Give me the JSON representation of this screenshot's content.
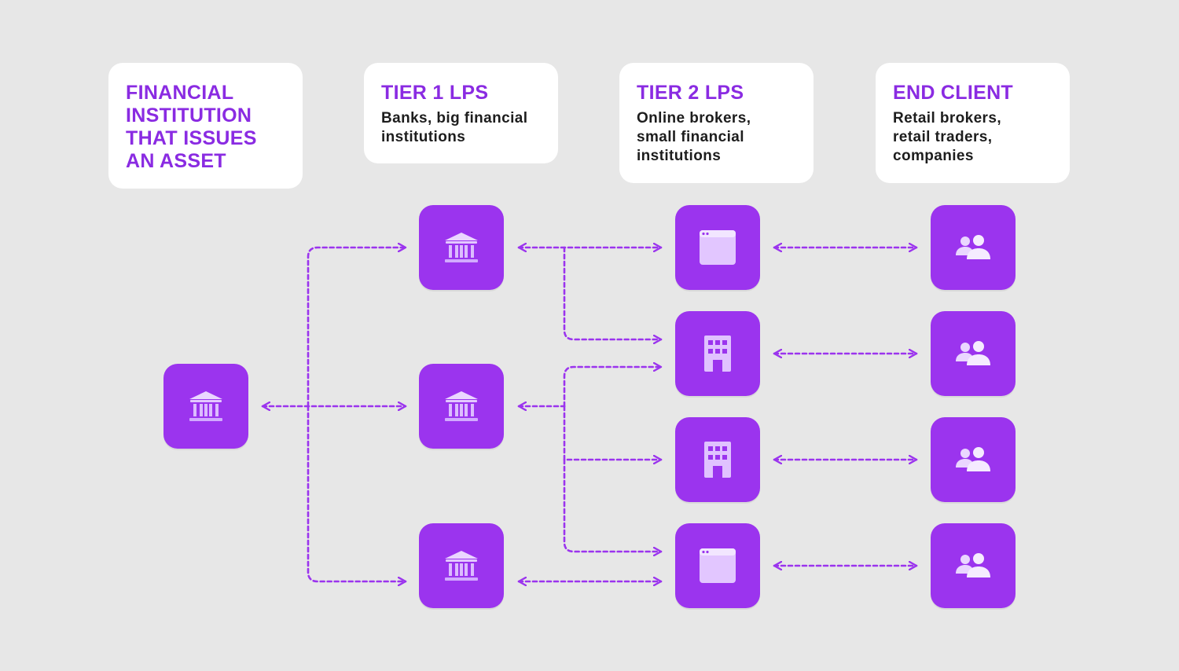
{
  "columns": [
    {
      "title": "FINANCIAL INSTITUTION THAT ISSUES AN ASSET",
      "description": ""
    },
    {
      "title": "TIER 1 LPS",
      "description": "Banks, big financial\ninstitutions"
    },
    {
      "title": "TIER 2 LPS",
      "description": "Online brokers,\nsmall financial\ninstitutions"
    },
    {
      "title": "END CLIENT",
      "description": "Retail brokers,\nretail traders,\ncompanies"
    }
  ],
  "nodes": {
    "issuer": {
      "icon": "bank-icon"
    },
    "tier1": [
      {
        "icon": "bank-icon"
      },
      {
        "icon": "bank-icon"
      },
      {
        "icon": "bank-icon"
      }
    ],
    "tier2": [
      {
        "icon": "browser-window-icon"
      },
      {
        "icon": "office-building-icon"
      },
      {
        "icon": "office-building-icon"
      },
      {
        "icon": "browser-window-icon"
      }
    ],
    "clients": [
      {
        "icon": "users-icon"
      },
      {
        "icon": "users-icon"
      },
      {
        "icon": "users-icon"
      },
      {
        "icon": "users-icon"
      }
    ]
  },
  "colors": {
    "accent": "#9b34ee",
    "title": "#8a2be2",
    "arrow": "#9b34ee",
    "background": "#e7e7e7",
    "card": "#ffffff"
  }
}
